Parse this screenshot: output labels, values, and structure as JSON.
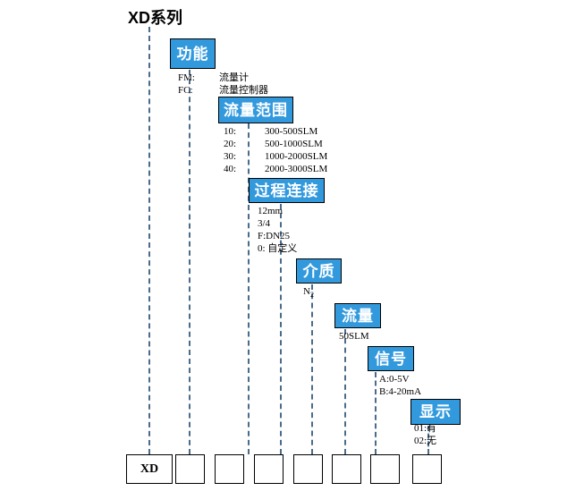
{
  "title": "XD系列",
  "model_prefix": "XD",
  "colors": {
    "chip_fill": "#3399dd",
    "chip_text": "#ffffff",
    "line": "#4a6b8a",
    "border": "#000000"
  },
  "sections": [
    {
      "id": "function",
      "label": "功能",
      "options": [
        {
          "code": "FM:",
          "desc": "流量计"
        },
        {
          "code": "FC:",
          "desc": "流量控制器"
        }
      ]
    },
    {
      "id": "flow-range",
      "label": "流量范围",
      "options": [
        {
          "code": "10:",
          "desc": "300-500SLM"
        },
        {
          "code": "20:",
          "desc": "500-1000SLM"
        },
        {
          "code": "30:",
          "desc": "1000-2000SLM"
        },
        {
          "code": "40:",
          "desc": "2000-3000SLM"
        }
      ]
    },
    {
      "id": "process-connection",
      "label": "过程连接",
      "options": [
        {
          "code": "12mm",
          "desc": ""
        },
        {
          "code": "3/4",
          "desc": ""
        },
        {
          "code": "F:DN25",
          "desc": ""
        },
        {
          "code": "0: 自定义",
          "desc": ""
        }
      ]
    },
    {
      "id": "medium",
      "label": "介质",
      "options": [
        {
          "code": "N2",
          "desc": ""
        }
      ]
    },
    {
      "id": "flow",
      "label": "流量",
      "options": [
        {
          "code": "50SLM",
          "desc": ""
        }
      ]
    },
    {
      "id": "signal",
      "label": "信号",
      "options": [
        {
          "code": "A:0-5V",
          "desc": ""
        },
        {
          "code": "B:4-20mA",
          "desc": ""
        }
      ]
    },
    {
      "id": "display",
      "label": "显示",
      "options": [
        {
          "code": "01:有",
          "desc": ""
        },
        {
          "code": "02:无",
          "desc": ""
        }
      ]
    }
  ],
  "code_boxes": [
    {
      "value": "XD"
    },
    {
      "value": ""
    },
    {
      "value": ""
    },
    {
      "value": ""
    },
    {
      "value": ""
    },
    {
      "value": ""
    },
    {
      "value": ""
    },
    {
      "value": ""
    }
  ]
}
